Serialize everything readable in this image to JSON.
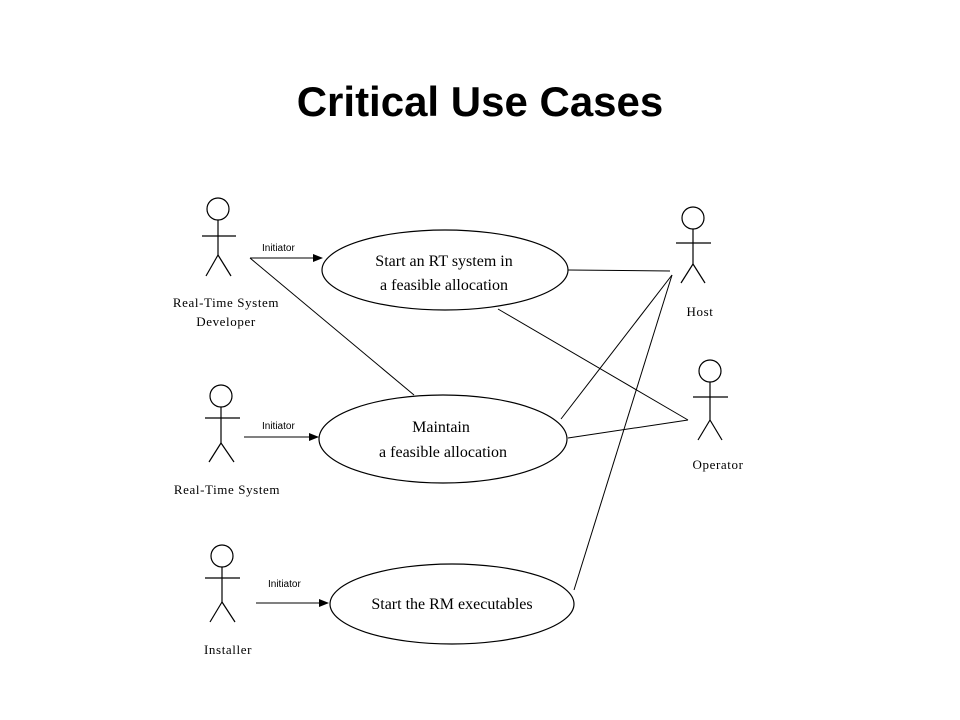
{
  "title": "Critical Use Cases",
  "diagram": {
    "actors": [
      {
        "id": "developer",
        "label_lines": [
          "Real-Time System",
          "Developer"
        ]
      },
      {
        "id": "rt-system",
        "label_lines": [
          "Real-Time System"
        ]
      },
      {
        "id": "installer",
        "label_lines": [
          "Installer"
        ]
      },
      {
        "id": "host",
        "label_lines": [
          "Host"
        ]
      },
      {
        "id": "operator",
        "label_lines": [
          "Operator"
        ]
      }
    ],
    "use_cases": [
      {
        "id": "start-rt",
        "label_lines": [
          "Start an RT system in",
          "a feasible allocation"
        ]
      },
      {
        "id": "maintain",
        "label_lines": [
          "Maintain",
          "a feasible allocation"
        ]
      },
      {
        "id": "start-rm",
        "label_lines": [
          "Start the RM executables"
        ]
      }
    ],
    "initiator_label": "Initiator"
  }
}
